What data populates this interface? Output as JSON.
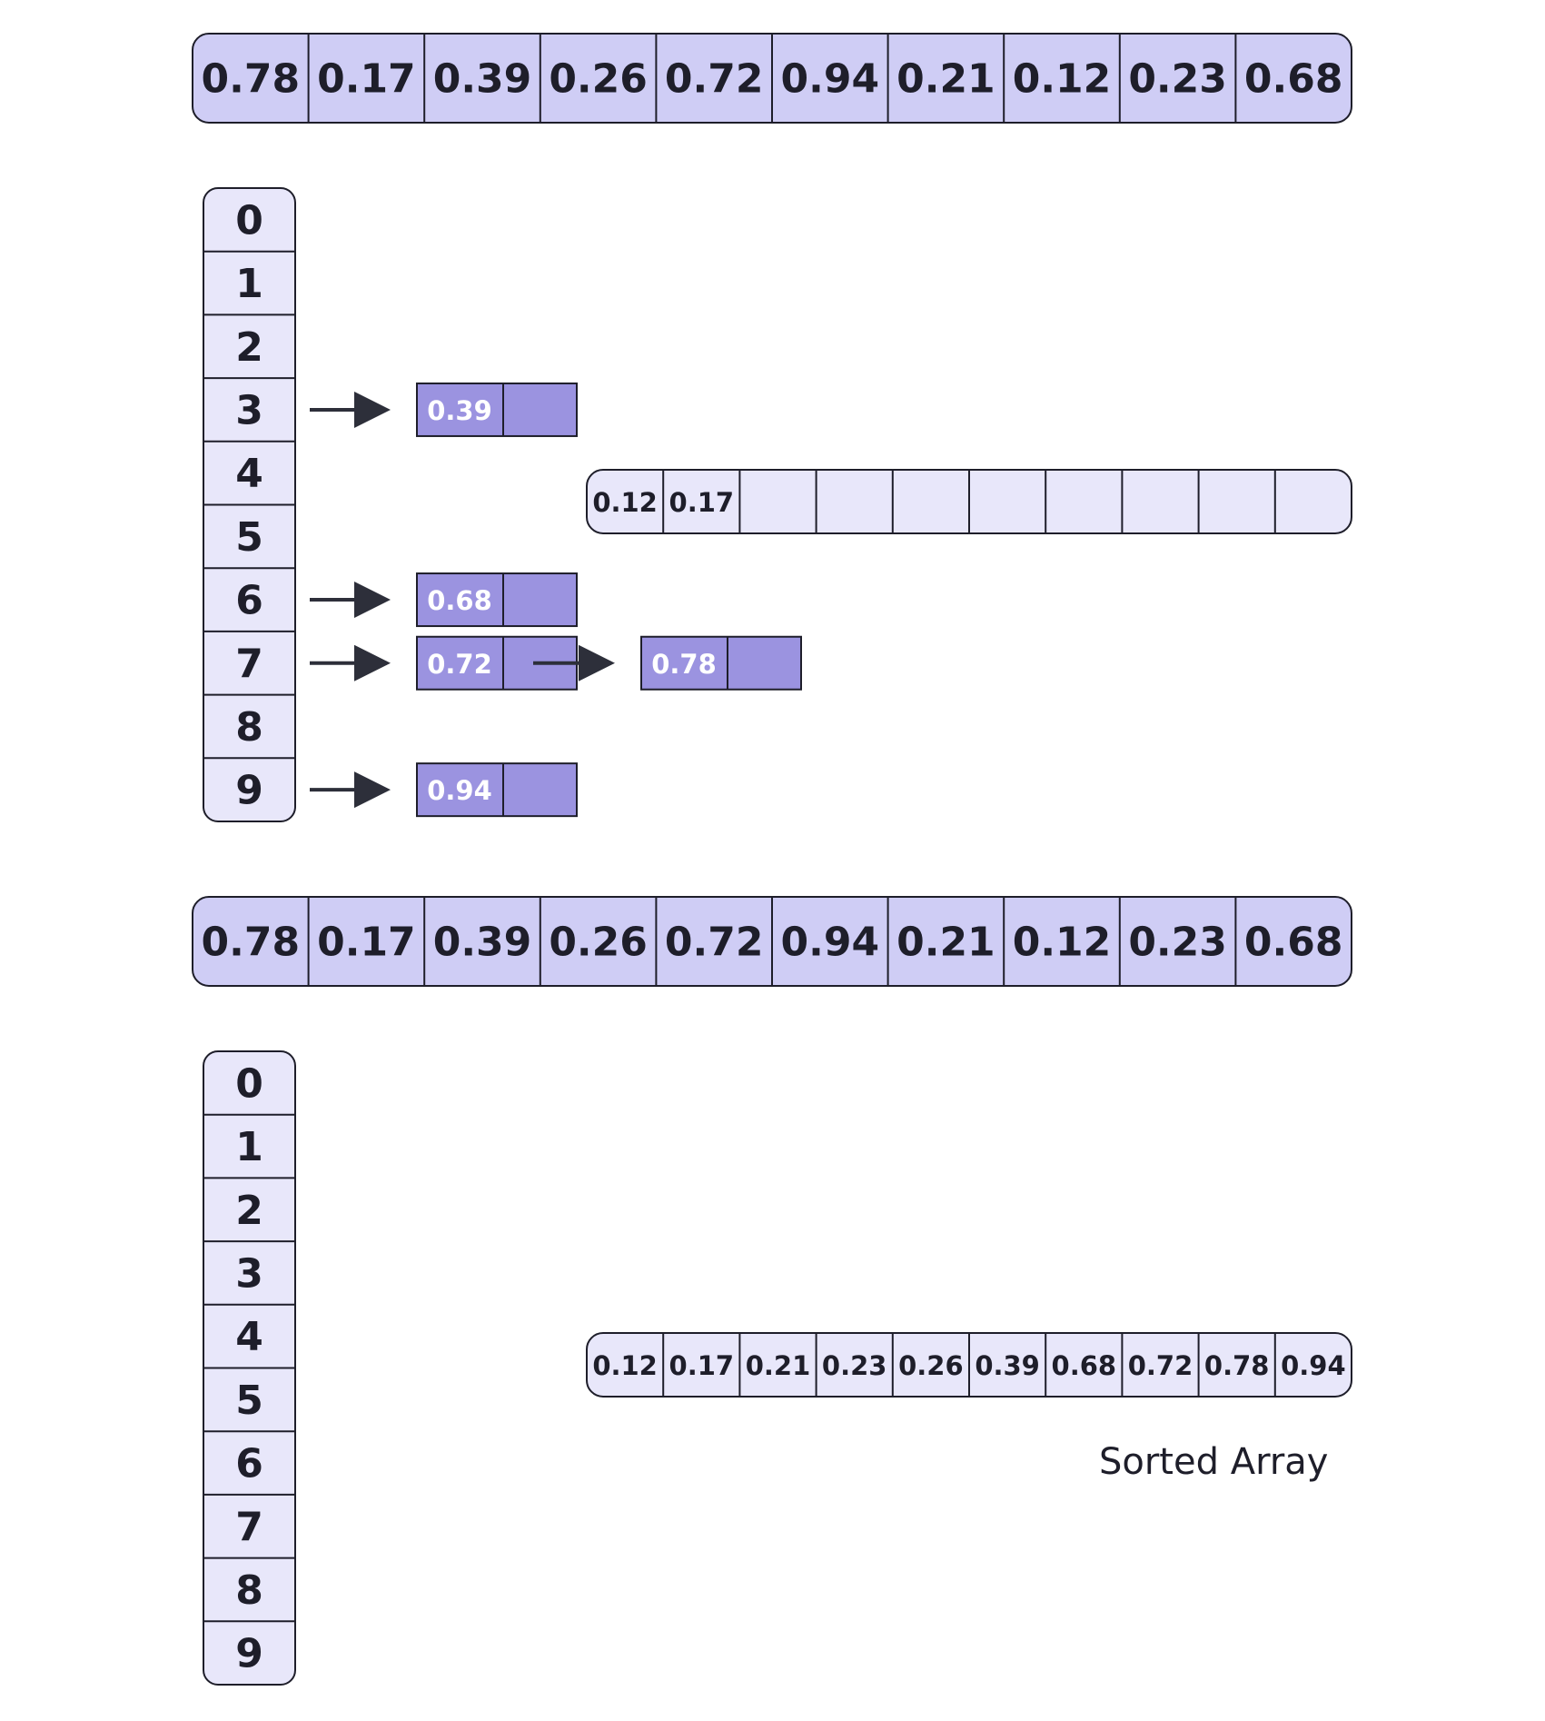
{
  "input_array_top": [
    "0.78",
    "0.17",
    "0.39",
    "0.26",
    "0.72",
    "0.94",
    "0.21",
    "0.12",
    "0.23",
    "0.68"
  ],
  "input_array_bottom": [
    "0.78",
    "0.17",
    "0.39",
    "0.26",
    "0.72",
    "0.94",
    "0.21",
    "0.12",
    "0.23",
    "0.68"
  ],
  "bucket_indices": [
    "0",
    "1",
    "2",
    "3",
    "4",
    "5",
    "6",
    "7",
    "8",
    "9"
  ],
  "bucket_lists": [
    {
      "bucket": 3,
      "values": [
        "0.39"
      ]
    },
    {
      "bucket": 6,
      "values": [
        "0.68"
      ]
    },
    {
      "bucket": 7,
      "values": [
        "0.72",
        "0.78"
      ]
    },
    {
      "bucket": 9,
      "values": [
        "0.94"
      ]
    }
  ],
  "partial_output": [
    "0.12",
    "0.17",
    "",
    "",
    "",
    "",
    "",
    "",
    "",
    ""
  ],
  "sorted_output": [
    "0.12",
    "0.17",
    "0.21",
    "0.23",
    "0.26",
    "0.39",
    "0.68",
    "0.72",
    "0.78",
    "0.94"
  ],
  "sorted_label": "Sorted Array",
  "colors": {
    "cell_fill": "#cfcdf5",
    "light_fill": "#e8e7fa",
    "node_fill": "#9b93e0",
    "stroke": "#1e1e2a",
    "node_text": "#ffffff"
  }
}
